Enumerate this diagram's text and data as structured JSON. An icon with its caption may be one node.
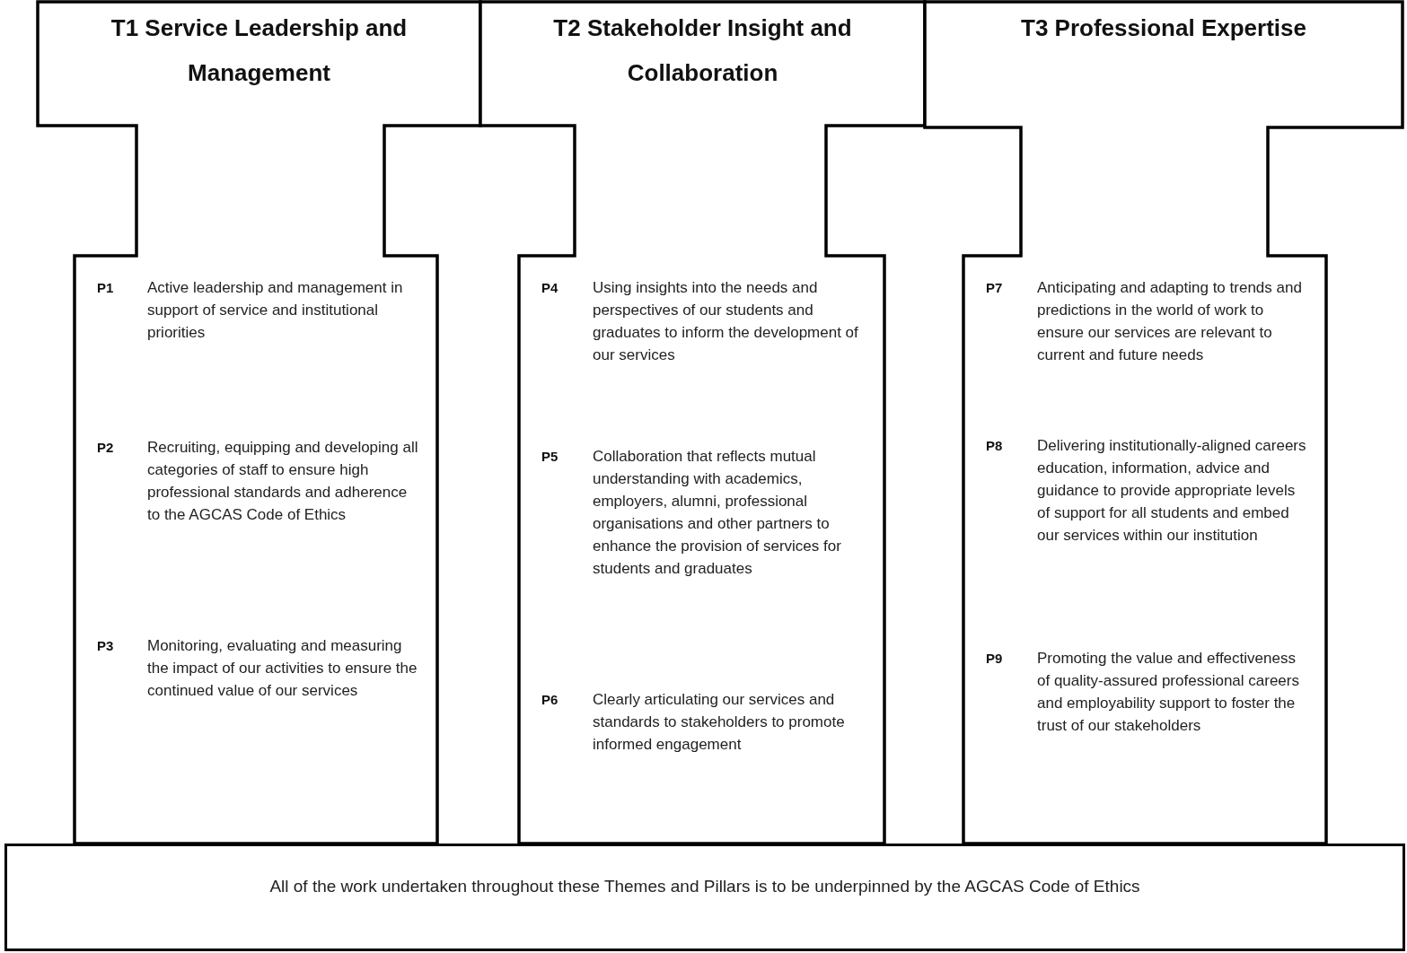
{
  "diagram": {
    "nodes": [
      {
        "text": [
          "T1 Service Leadership and Management",
          "P1",
          "Active leadership and management in support of service and institutional priorities",
          "P2",
          "Recruiting, equipping  and developing all  categories of staff to  ensure high professional standards and adherence to the AGCAS Code of Ethics",
          "P3",
          "Monitoring, evaluating and measuring the impact of  our activities to  ensure the continued value of our services"
        ]
      },
      {
        "text": [
          "T2 Stakeholder Insight and Collaboration",
          "P4",
          "Using insights into the  needs and perspectives of our students and graduates to inform the development of our services",
          "P5",
          "Collaboration that reflects mutual understanding  with academics, employers, alumni, professional organisations and other partners to enhance the provision of services for students and graduates",
          "P6",
          "Clearly articulating our services and standards to stakeholders to promote informed engagement"
        ]
      },
      {
        "text": [
          "T3 Professional Expertise",
          "P7",
          "Anticipating and adapting to trends and predictions in the world of work to ensure our services are relevant to current and future needs",
          "P8",
          "Delivering institutionally-aligned careers education, information, advice and guidance to provide appropriate levels of support for all students and embed our services within our institution",
          "P9",
          "Promoting the value and effectiveness of quality-assured professional careers and employability support to foster the trust of our stakeholders"
        ]
      },
      {
        "text": [
          "All of the work undertaken throughout these Themes and Pillars is to be underpinned by the AGCAS Code of Ethics"
        ]
      }
    ]
  }
}
